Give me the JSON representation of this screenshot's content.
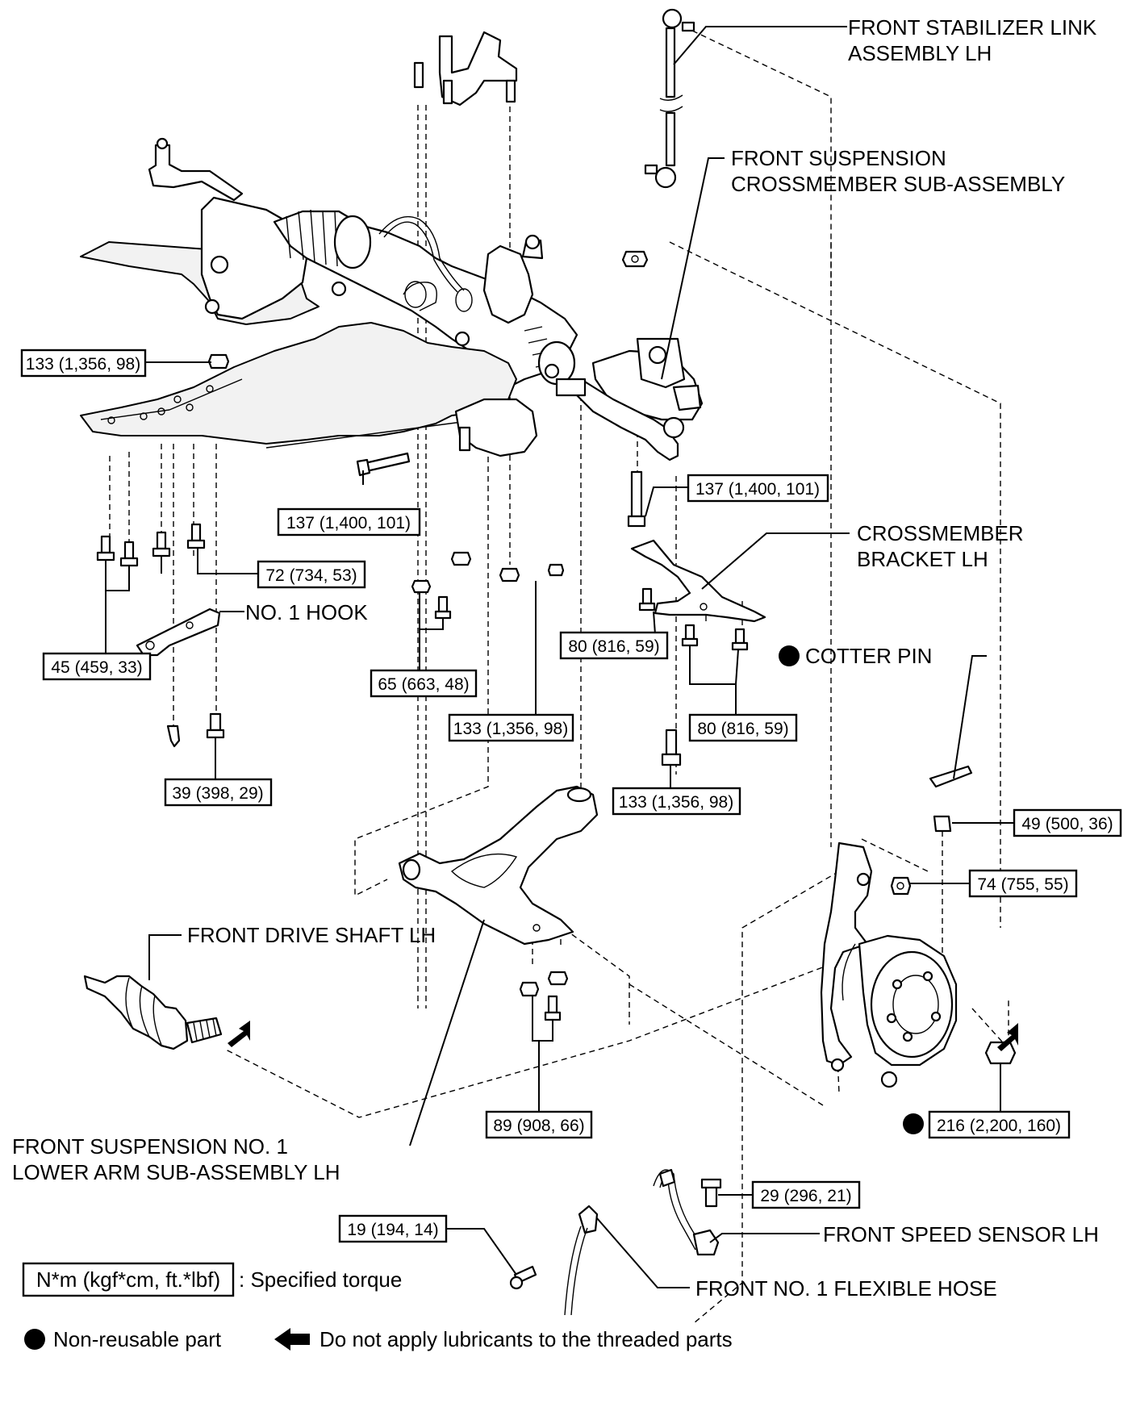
{
  "labels": {
    "stabilizer_link": [
      "FRONT STABILIZER LINK",
      "ASSEMBLY LH"
    ],
    "crossmember": [
      "FRONT SUSPENSION",
      "CROSSMEMBER SUB-ASSEMBLY"
    ],
    "crossmember_bracket": [
      "CROSSMEMBER",
      "BRACKET LH"
    ],
    "no1_hook": "NO. 1 HOOK",
    "cotter_pin": "COTTER PIN",
    "drive_shaft": "FRONT DRIVE SHAFT LH",
    "lower_arm": [
      "FRONT SUSPENSION NO. 1",
      "LOWER ARM SUB-ASSEMBLY LH"
    ],
    "speed_sensor": "FRONT SPEED SENSOR LH",
    "flexible_hose": "FRONT NO. 1 FLEXIBLE HOSE"
  },
  "torques": {
    "t_133_a": "133 (1,356, 98)",
    "t_137_a": "137 (1,400, 101)",
    "t_137_b": "137 (1,400, 101)",
    "t_72": "72 (734, 53)",
    "t_45": "45 (459, 33)",
    "t_65": "65 (663, 48)",
    "t_80_a": "80 (816, 59)",
    "t_80_b": "80 (816, 59)",
    "t_133_b": "133 (1,356, 98)",
    "t_133_c": "133 (1,356, 98)",
    "t_39": "39 (398, 29)",
    "t_49": "49 (500, 36)",
    "t_74": "74 (755, 55)",
    "t_89": "89 (908, 66)",
    "t_216": "216 (2,200, 160)",
    "t_29": "29 (296, 21)",
    "t_19": "19 (194, 14)"
  },
  "legend": {
    "torque_unit": "N*m (kgf*cm, ft.*lbf)",
    "torque_desc": ": Specified torque",
    "non_reusable": "Non-reusable part",
    "no_lubricant": "Do not apply lubricants to the threaded parts"
  }
}
